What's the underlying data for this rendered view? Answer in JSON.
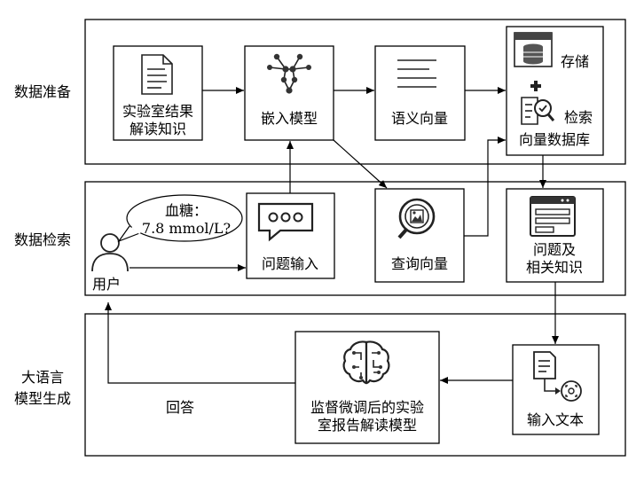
{
  "sections": {
    "data_prep": "数据准备",
    "data_retrieval": "数据检索",
    "llm_gen": [
      "大语言",
      "模型生成"
    ]
  },
  "nodes": {
    "lab_knowledge": [
      "实验室结果",
      "解读知识"
    ],
    "embed_model": "嵌入模型",
    "semantic_vector": "语义向量",
    "store": "存储",
    "retrieve": "检索",
    "vector_db": "向量数据库",
    "question_input": "问题输入",
    "query_vector": "查询向量",
    "question_knowledge": [
      "问题及",
      "相关知识"
    ],
    "user": "用户",
    "bubble": [
      "血糖：",
      "7.8 mmol/L?"
    ],
    "input_text": "输入文本",
    "finetuned_model": [
      "监督微调后的实验",
      "室报告解读模型"
    ],
    "answer": "回答"
  },
  "icons": [
    "document-icon",
    "network-icon",
    "text-lines-icon",
    "database-icon",
    "plus-icon",
    "search-doc-icon",
    "chat-icon",
    "magnify-image-icon",
    "form-icon",
    "user-icon",
    "doc-scan-icon",
    "brain-chip-icon"
  ]
}
